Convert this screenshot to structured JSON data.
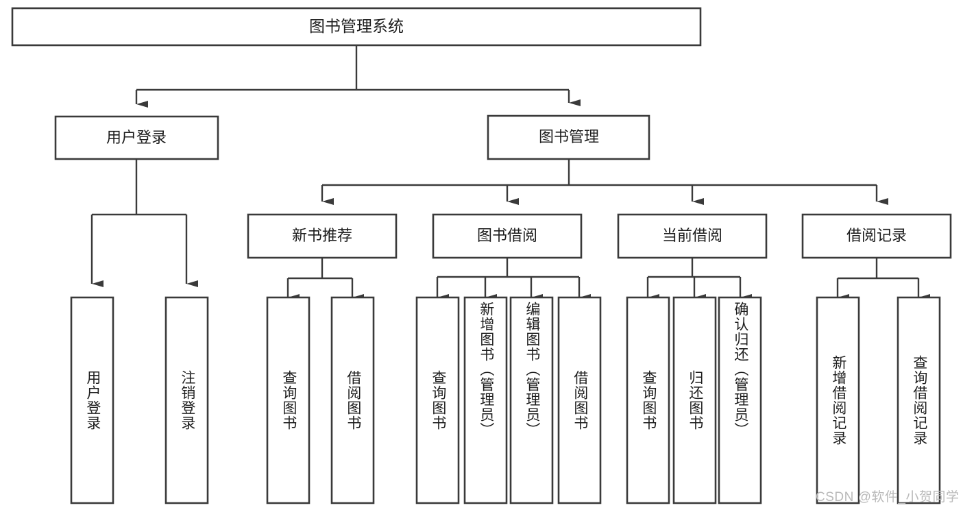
{
  "diagram": {
    "type": "tree",
    "title": "图书管理系统",
    "watermark": "CSDN @软件_小贺同学",
    "colors": {
      "background": "#ffffff",
      "box_fill": "#ffffff",
      "box_stroke": "#3a3a3a",
      "connector": "#3a3a3a",
      "text": "#1d1d1d",
      "watermark": "#b9b9b9"
    },
    "nodes": {
      "root": {
        "label": "图书管理系统"
      },
      "level2": [
        {
          "id": "user-login",
          "label": "用户登录"
        },
        {
          "id": "book-management",
          "label": "图书管理"
        }
      ],
      "level3": [
        {
          "id": "new-book-recommend",
          "label": "新书推荐"
        },
        {
          "id": "book-borrow",
          "label": "图书借阅"
        },
        {
          "id": "current-borrow",
          "label": "当前借阅"
        },
        {
          "id": "borrow-record",
          "label": "借阅记录"
        }
      ],
      "leaves": {
        "user-login": [
          {
            "id": "leaf-user-login",
            "label": "用户登录"
          },
          {
            "id": "leaf-user-logout",
            "label": "注销登录"
          }
        ],
        "new-book-recommend": [
          {
            "id": "leaf-query-book-1",
            "label": "查询图书"
          },
          {
            "id": "leaf-borrow-book-1",
            "label": "借阅图书"
          }
        ],
        "book-borrow": [
          {
            "id": "leaf-query-book-2",
            "label": "查询图书"
          },
          {
            "id": "leaf-add-book",
            "label": "新增图书（管理员）"
          },
          {
            "id": "leaf-edit-book",
            "label": "编辑图书（管理员）"
          },
          {
            "id": "leaf-borrow-book-2",
            "label": "借阅图书"
          }
        ],
        "current-borrow": [
          {
            "id": "leaf-query-book-3",
            "label": "查询图书"
          },
          {
            "id": "leaf-return-book",
            "label": "归还图书"
          },
          {
            "id": "leaf-confirm-return",
            "label": "确认归还（管理员）"
          }
        ],
        "borrow-record": [
          {
            "id": "leaf-add-record",
            "label": "新增借阅记录"
          },
          {
            "id": "leaf-query-record",
            "label": "查询借阅记录"
          }
        ]
      }
    }
  }
}
